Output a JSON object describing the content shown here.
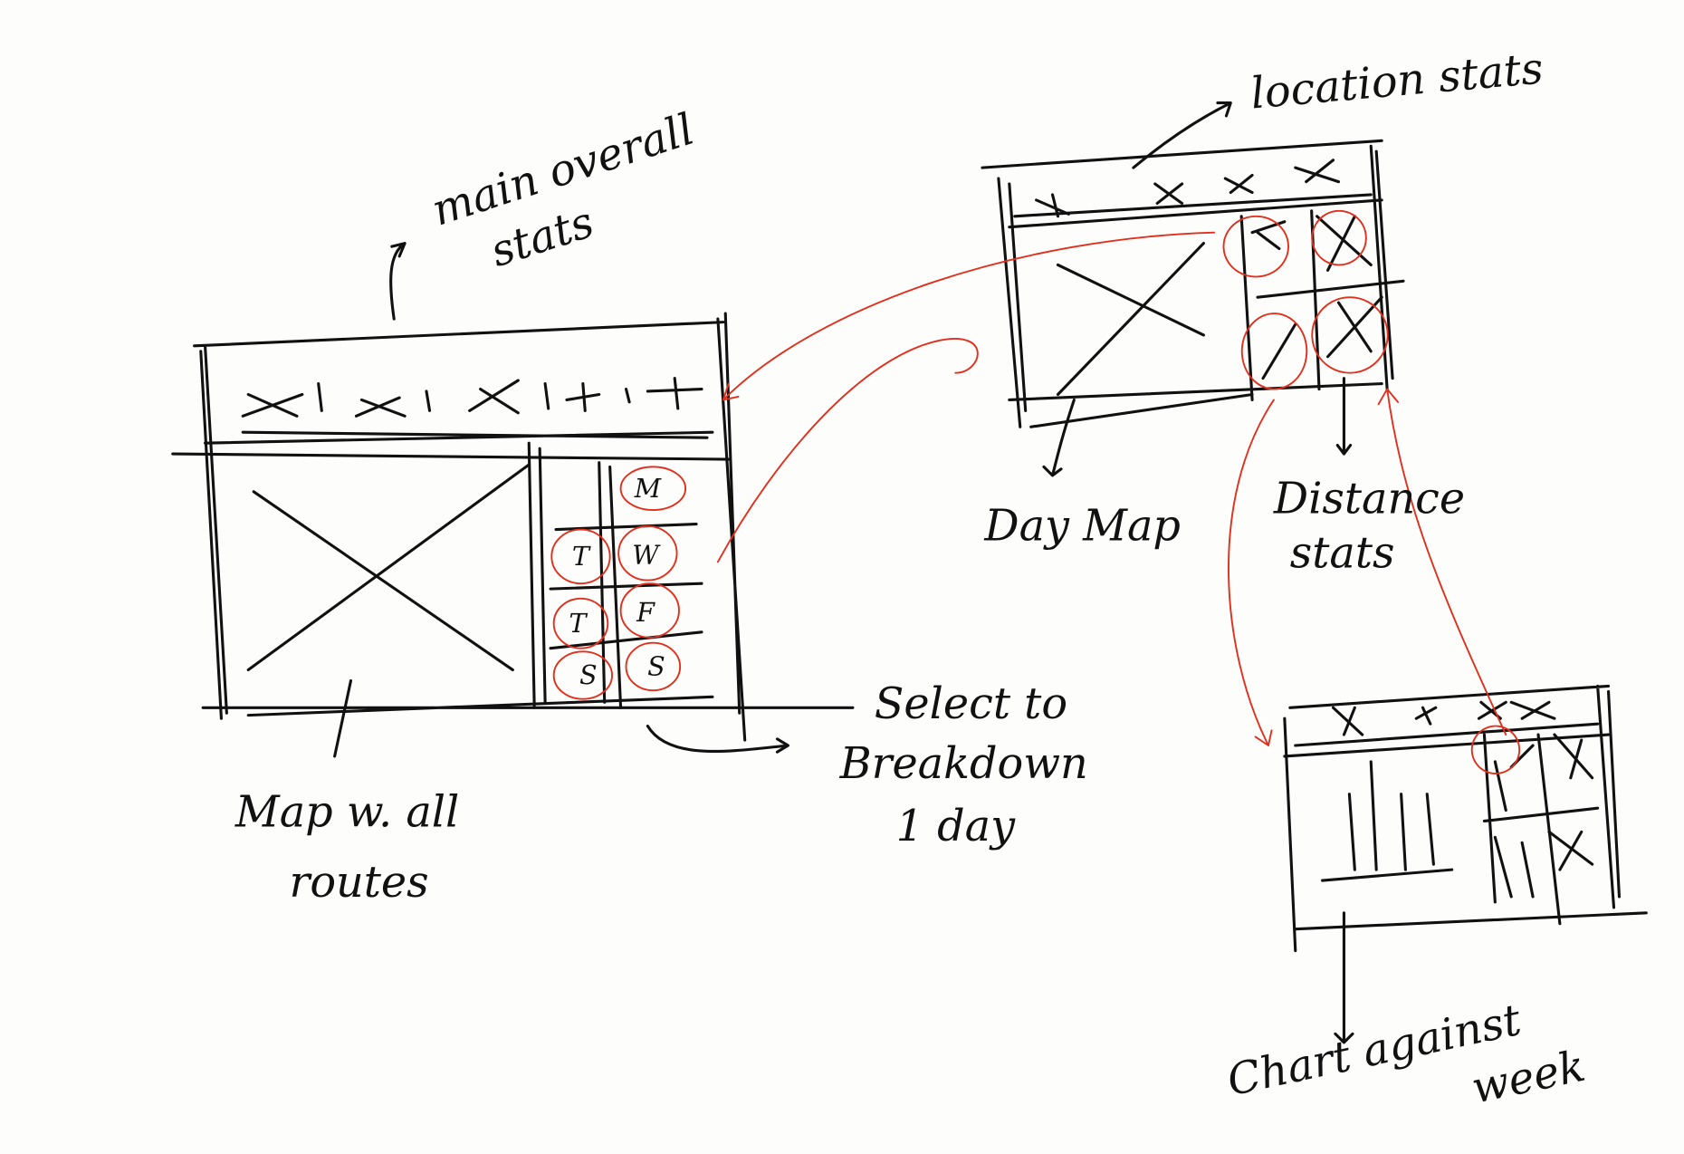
{
  "labels": {
    "main_stats": [
      "main overall",
      "stats"
    ],
    "map_all_routes": [
      "Map w. all",
      "routes"
    ],
    "select_breakdown": [
      "Select to",
      "Breakdown",
      "1 day"
    ],
    "location_stats": "location stats",
    "day_map": "Day Map",
    "distance_stats": [
      "Distance",
      "stats"
    ],
    "chart_week": [
      "Chart against",
      "week"
    ]
  },
  "days": [
    "M",
    "T",
    "W",
    "T",
    "F",
    "S",
    "S"
  ],
  "colors": {
    "ink": "#111111",
    "annotation": "#e0301e",
    "paper": "#fdfdfb"
  }
}
